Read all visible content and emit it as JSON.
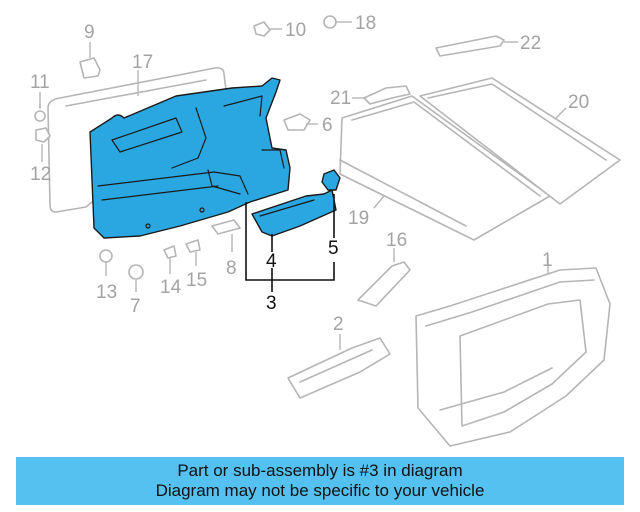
{
  "diagram": {
    "callouts": {
      "c1": "1",
      "c2": "2",
      "c3": "3",
      "c4": "4",
      "c5": "5",
      "c6": "6",
      "c7": "7",
      "c8": "8",
      "c9": "9",
      "c10": "10",
      "c11": "11",
      "c12": "12",
      "c13": "13",
      "c14": "14",
      "c15": "15",
      "c16": "16",
      "c17": "17",
      "c18": "18",
      "c19": "19",
      "c20": "20",
      "c21": "21",
      "c22": "22"
    },
    "highlighted_part": "3",
    "colors": {
      "highlight": "#2aa7e1",
      "line_art": "#b5b5b5",
      "banner": "#55c1f0"
    }
  },
  "banner": {
    "line1": "Part or sub-assembly is #3 in diagram",
    "line2": "Diagram may not be specific to your vehicle"
  }
}
